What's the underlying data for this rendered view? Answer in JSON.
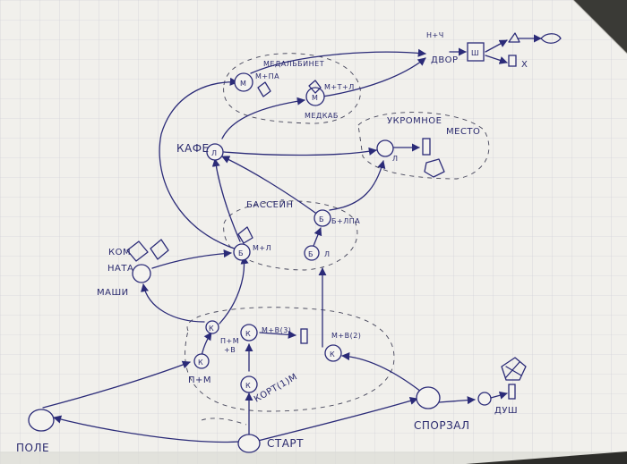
{
  "labels": {
    "pole": "ПОЛЕ",
    "start": "СТАРТ",
    "sportzal": "СПОРЗАЛ",
    "dush": "ДУШ",
    "kafe": "КАФЕ",
    "basseyn": "БАССЕЙН",
    "komnata_line1": "КОМ",
    "komnata_line2": "НАТА",
    "komnata_line3": "МАШИ",
    "ukromnoe_line1": "УКРОМНОЕ",
    "ukromnoe_line2": "МЕСТО",
    "dvor_top": "Н+Ч",
    "dvor": "ДВОР",
    "medalbinet": "МЕДАЛЬБИНЕТ",
    "medkab": "МЕДКАБ",
    "mpl": "М+ПА",
    "m": "М",
    "metl": "М+Т+Л",
    "k": "К",
    "b": "Б",
    "l": "Л",
    "mbs": "М+В(3)",
    "mb2": "М+В(2)",
    "pm": "П+М",
    "pmb_line1": "П+М",
    "pmb_line2": "+В",
    "kortm": "КОРТ(1)М",
    "blpa": "Б+ЛПА",
    "btl": "М+Л",
    "sh": "Ш",
    "x": "Х"
  }
}
